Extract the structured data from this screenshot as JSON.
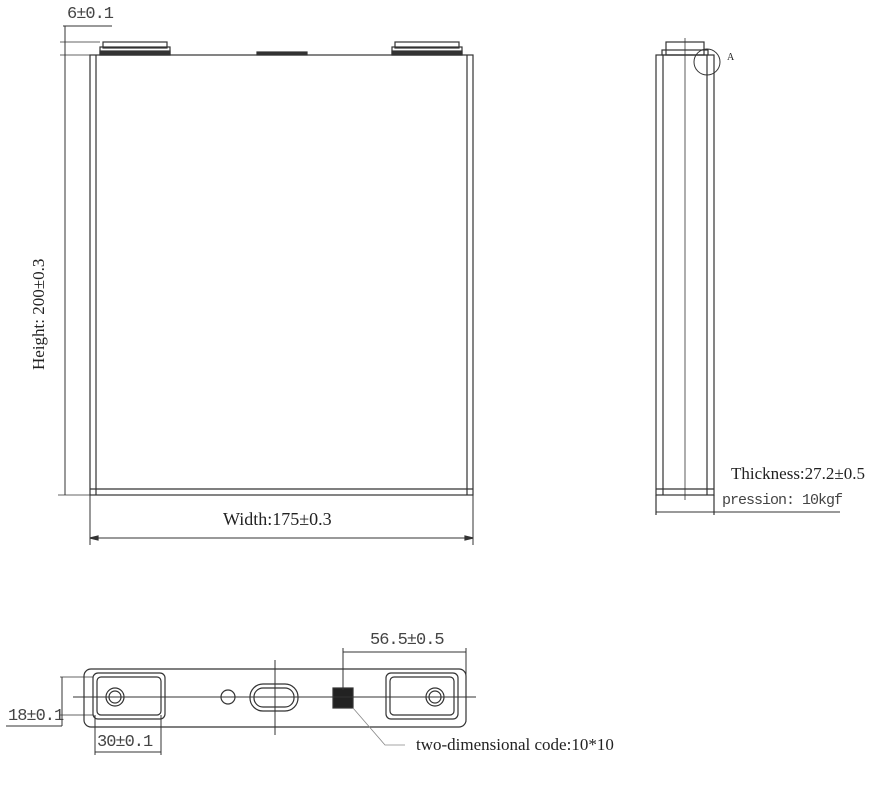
{
  "drawing": {
    "front_view": {
      "terminal_height_label": "6±0.1",
      "height_label": "Height: 200±0.3",
      "width_label": "Width:175±0.3"
    },
    "side_view": {
      "detail_marker": "A",
      "thickness_label": "Thickness:27.2±0.5",
      "pression_label": "pression: 10kgf"
    },
    "top_view": {
      "terminal_width_label": "30±0.1",
      "terminal_depth_label": "18±0.1",
      "code_offset_label": "56.5±0.5",
      "code_callout": "two-dimensional code:10*10"
    }
  },
  "colors": {
    "line": "#333333",
    "background": "#ffffff"
  }
}
